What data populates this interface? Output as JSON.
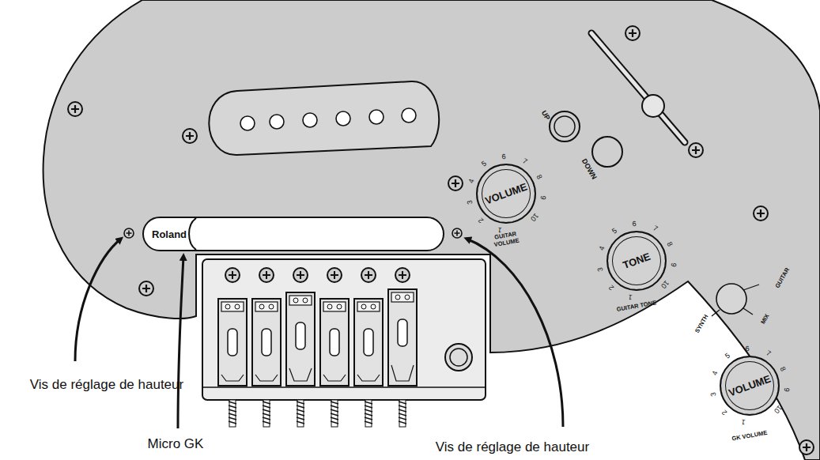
{
  "diagram": {
    "nodes": [
      {
        "text": [
          "Roland"
        ]
      },
      {
        "text": [
          "VOLUME",
          "1",
          "2",
          "3",
          "4",
          "5",
          "6",
          "7",
          "8",
          "9",
          "10"
        ]
      },
      {
        "text": [
          "TONE",
          "1",
          "2",
          "3",
          "4",
          "5",
          "6",
          "7",
          "8",
          "9",
          "10"
        ]
      },
      {
        "text": [
          "VOLUME",
          "1",
          "2",
          "3",
          "4",
          "5",
          "6",
          "7",
          "8",
          "9",
          "10"
        ]
      }
    ],
    "labels": [
      "Vis de réglage de hauteur",
      "Micro GK",
      "Vis de réglage de hauteur",
      "UP",
      "DOWN",
      "GUITAR VOLUME",
      "GUITAR TONE",
      "GUITAR",
      "MIX",
      "SYNTH",
      "GK VOLUME"
    ]
  }
}
